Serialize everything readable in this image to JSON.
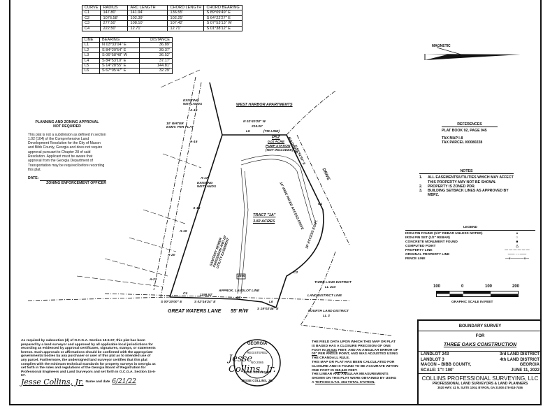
{
  "curve_table": {
    "headers": [
      "CURVE",
      "RADIUS",
      "ARC LENGTH",
      "CHORD LENGTH",
      "CHORD BEARING"
    ],
    "rows": [
      [
        "C1",
        "147.80'",
        "141.94'",
        "136.55'",
        "S 89°09'49\" E"
      ],
      [
        "C2",
        "1076.58'",
        "102.39'",
        "102.25'",
        "S 64°22'27\" E"
      ],
      [
        "C3",
        "277.50'",
        "108.10'",
        "107.42'",
        "S 07°53'13\" W"
      ],
      [
        "C4",
        "222.50'",
        "12.71'",
        "12.71'",
        "S 01°38'12\" E"
      ]
    ]
  },
  "line_table": {
    "headers": [
      "LINE",
      "BEARING",
      "DISTANCE"
    ],
    "rows": [
      [
        "L1",
        "N 03°33'04\" E",
        "36.89'"
      ],
      [
        "L2",
        "S 84°20'54\" E",
        "39.37'"
      ],
      [
        "L3",
        "S 06°58'48\" W",
        "36.52'"
      ],
      [
        "L4",
        "S 84°53'10\" E",
        "37.17'"
      ],
      [
        "L5",
        "S 14°28'55\" E",
        "144.81'"
      ],
      [
        "L6",
        "S 67°05'47\" E",
        "32.29'"
      ]
    ]
  },
  "north_arrow": {
    "label": "MAGNETIC"
  },
  "planning": {
    "title1": "PLANNING AND ZONING APPROVAL",
    "title2": "NOT REQUIRED",
    "body": "This plat is not a subdivision as defined in section 1.02 (104) of the Comprehensive Land Development Resolution for the City of Macon and Bibb County, Georgia and does not require approval pursuant to Chapter 28 of said Resolution. Applicant must be aware that approval from the Georgia Department of Transportation may be required before recording this plat.",
    "date_label": "DATE:",
    "officer": "ZONING ENFORCEMENT OFFICER"
  },
  "references": {
    "title": "REFERENCES",
    "lines": [
      "PLAT BOOK 92, PAGE 945",
      "TAX MAP I-8",
      "TAX PARCEL I00080228"
    ]
  },
  "notes": {
    "title": "NOTES",
    "items": [
      {
        "n": "1.",
        "text": "ALL EASEMENTS/UTILITIES WHICH MAY AFFECT THIS PROPERTY MAY NOT BE SHOWN."
      },
      {
        "n": "2.",
        "text": "PROPERTY IS ZONED PDR."
      },
      {
        "n": "3.",
        "text": "BUILDING SETBACK LINES AS APPROVED BY MBPZ."
      }
    ]
  },
  "legend": {
    "title": "LEGEND",
    "items": [
      {
        "label": "IRON PIN FOUND (1/2\" REBAR UNLESS NOTED)",
        "symbol": "●"
      },
      {
        "label": "IRON PIN SET (1/2\" REBAR)",
        "symbol": "○"
      },
      {
        "label": "CONCRETE MONUMENT FOUND",
        "symbol": "■"
      },
      {
        "label": "COMPUTED POINT",
        "symbol": "△"
      },
      {
        "label": "PROPERTY LINE",
        "symbol": "— — — — — —"
      },
      {
        "label": "ORIGINAL PROPERTY LINE",
        "symbol": "—— - - ——"
      },
      {
        "label": "FENCE LINE",
        "symbol": "—x————x—"
      }
    ]
  },
  "scale": {
    "ticks": [
      "100",
      "0",
      "100",
      "200"
    ],
    "caption": "GRAPHIC SCALE IN FEET"
  },
  "title_block": {
    "heading": "BOUNDARY SURVEY",
    "for": "FOR",
    "client": "THREE OAKS CONSTRUCTION",
    "left": [
      "LANDLOT 243",
      "LANDLOT 3",
      "MACON – BIBB COUNTY,",
      "SCALE: 1\"= 100'"
    ],
    "right": [
      "3rd LAND DISTRICT",
      "4th LAND DISTRICT",
      "GEORGIA",
      "JUNE 11, 2022"
    ],
    "company": "COLLINS PROFESSIONAL SURVEYING, LLC",
    "tagline": "PROFESSIONAL LAND SURVEYORS & LAND PLANNERS",
    "address": "3520 HWY. 41 N. SUITE 1004, BYRON, GA 31008 478-918-7456"
  },
  "certification": {
    "body": "As required by subsection (d) of O.C.G.A. Section 15-6-67, this plat has been prepared by a land surveyor and approved by all applicable local jurisdictions for recording as evidenced by approval certificates, signatures, stamps, or statements hereon. Such approvals or affirmations should be confirmed with the appropriate governmental bodies by any purchaser or user of this plat as to intended use of any parcel. Furthermore, the undersigned land surveyor certifies that this plat complies with the minimum technical standards for property surveys in Georgia as set forth in the rules and regulations of the Georgia Board of Registration for Professional Engineers and Land Surveyors and set forth in O.C.G.A. Section 15-6-67.",
    "signature": "Jesse Collins, Jr.",
    "name_date_label": "Name and date",
    "date": "6/21/22"
  },
  "seal": {
    "top": "GEORGIA",
    "registered": "REGISTERED",
    "number": "NO.2065",
    "bottom": "LAND SURVEYOR",
    "name": "JESSE COLLINS, JR."
  },
  "closure": {
    "p1a": "THE FIELD DATA UPON WHICH THIS MAP OR PLAT IS BASED HAS A CLOSURE PRECISION OF ONE FOOT IN",
    "p1_feet": "29,531",
    "p1b": "FEET, AND AN ANGULAR ERROR OF",
    "p1_err": "00\"",
    "p1c": "PER ANGLE POINT, AND WAS ADJUSTED USING THE CRANDALL RULE.",
    "p2a": "THIS MAP OR PLAT HAS BEEN CALCULATED FOR CLOSURE AND IS FOUND TO BE ACCURATE WITHIN ONE FOOT IN",
    "p2_feet": "365,649",
    "p2b": "FEET.",
    "p3a": "THE LINEAR AND ANGULAR MEASUREMENTS SHOWN ON THIS PLAT WERE OBTAINED BY USING A",
    "p3_inst": "TOPCON G.T.S. 304 TOTAL STATION."
  },
  "map_labels": {
    "west_harbor": "WEST HARBOR APARTMENTS",
    "north_bearing": "N 02°40'28\" W",
    "north_dist": "215.00'",
    "tie_line": "(TIE LINE)",
    "psz": "PSZ",
    "psz_area": "0.01 ACRE",
    "psz_pump": "PUMP STATION",
    "psz_not": "(NOT INCLUDED)",
    "harbor_drive1": "HARBOR",
    "harbor_drive2": "DRIVE",
    "harbor_bearing": "N 53°51'30\" E",
    "tract": "TRACT \"1A\"",
    "acres": "3.82 ACRES",
    "existing_wetlands": "EXISTING WETLANDS",
    "water_esmt": "10' WATER ESMT. PER PLAT",
    "a15": "A-15",
    "a16": "A-16",
    "a17": "A-17",
    "a18": "A-18",
    "a19": "A-19",
    "a20": "A-20",
    "a21": "A-21",
    "access_drive": "10' WIDE PAVED ACCESS DRIVE",
    "access_esmt": "30' ACCESS ESMT.",
    "sewer_esmt": "SANITARY SEWER FORCEMAIN AND 20' UTILITY EASEMENT",
    "landlot_line": "APPROX. LANDLOT LINE",
    "third_district": "THIRD LAND DISTRICT",
    "ll243": "LL 243",
    "district_line": "LAND DISTRICT LINE",
    "fourth_district": "FOURTH LAND DISTRICT",
    "ll3": "LL 3",
    "great_waters": "GREAT WATERS LANE",
    "row": "55' R/W",
    "s_bearing1": "S 00°10'00\" E",
    "s_bearing2": "S 02°16'24\" E",
    "s_bearing3": "S 19°02'48\" E",
    "dist1": "1198.52'",
    "lot_no": "2050",
    "c1": "C1",
    "c2": "C2",
    "c3": "C3",
    "c4": "C4",
    "l5": "L5",
    "l6": "L6"
  }
}
